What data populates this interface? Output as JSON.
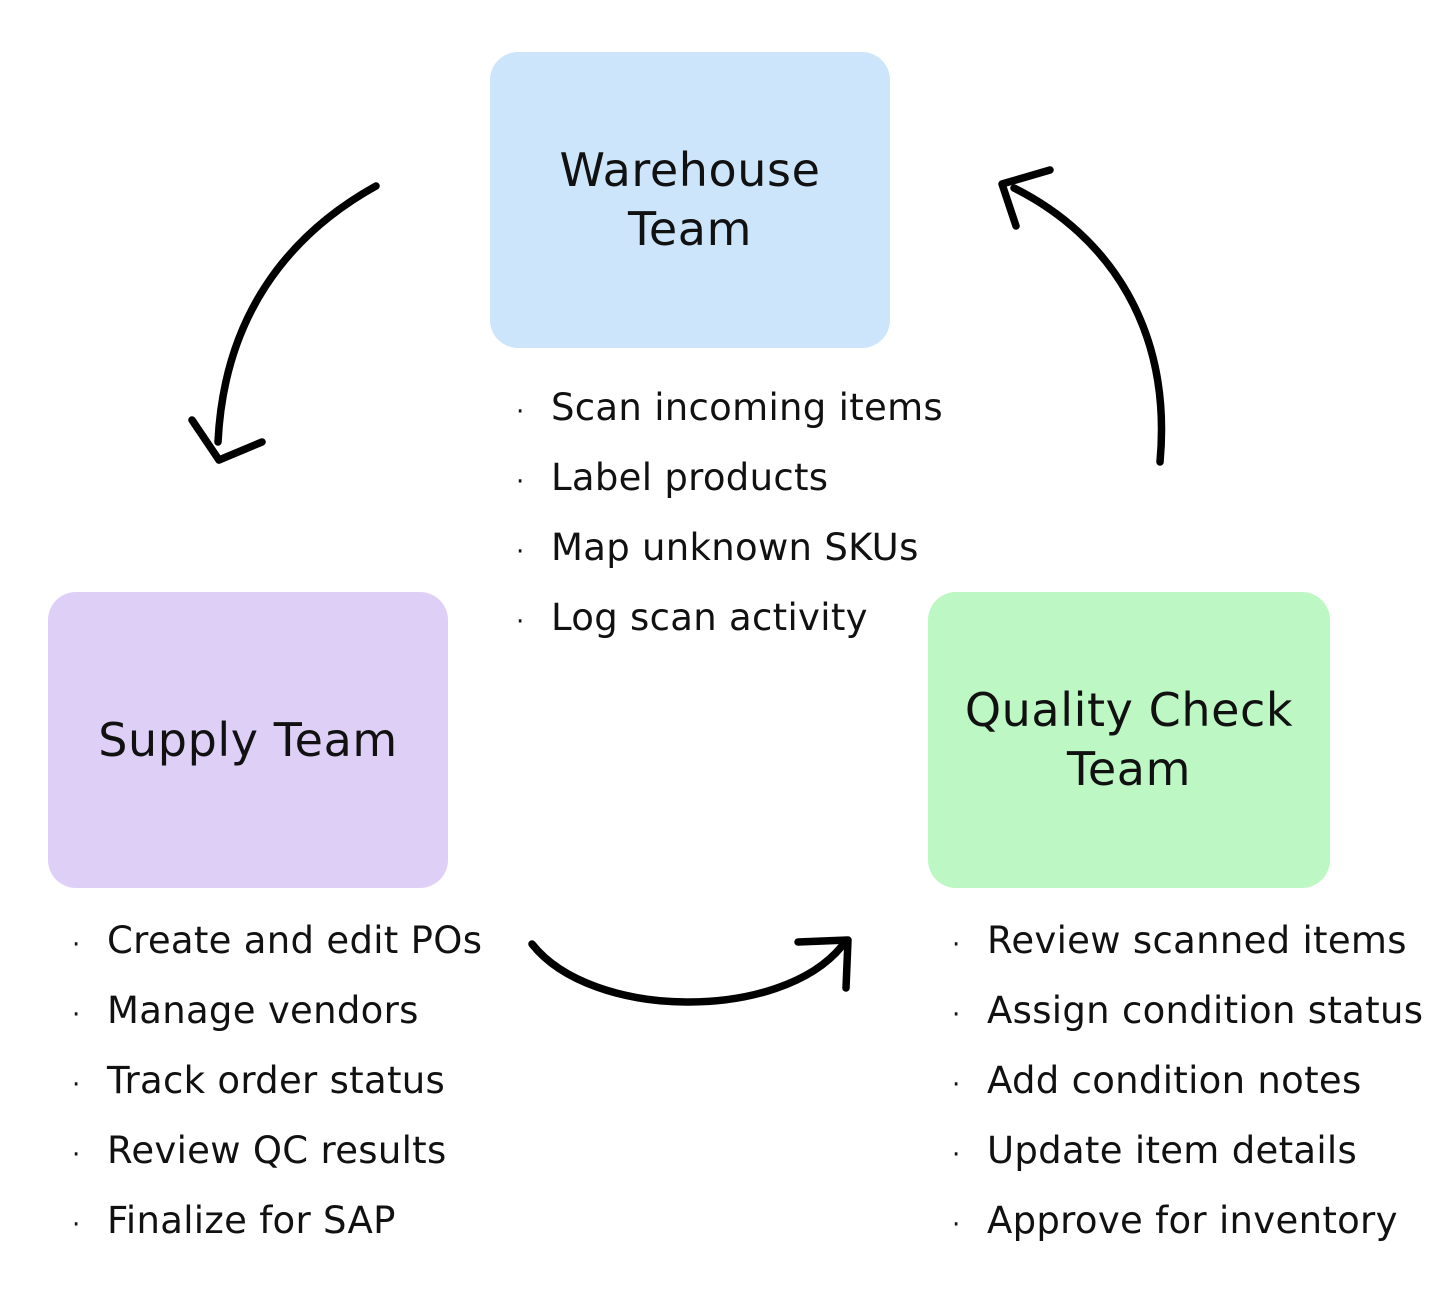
{
  "diagram": {
    "type": "cycle-flow",
    "background_color": "#ffffff",
    "arrow_color": "#000000"
  },
  "nodes": [
    {
      "id": "warehouse",
      "title": "Warehouse Team",
      "color": "#cce5fb",
      "bullets": [
        "Scan incoming items",
        "Label products",
        "Map unknown SKUs",
        "Log scan activity"
      ]
    },
    {
      "id": "supply",
      "title": "Supply Team",
      "color": "#decff7",
      "bullets": [
        "Create and edit POs",
        "Manage vendors",
        "Track order status",
        "Review QC results",
        "Finalize for SAP"
      ]
    },
    {
      "id": "quality",
      "title": "Quality Check\nTeam",
      "color": "#bdf7c4",
      "bullets": [
        "Review scanned items",
        "Assign condition status",
        "Add condition notes",
        "Update item details",
        "Approve for inventory"
      ]
    }
  ],
  "arrows": [
    {
      "id": "warehouse-to-supply",
      "from": "warehouse",
      "to": "supply",
      "direction": "down-left"
    },
    {
      "id": "supply-to-quality",
      "from": "supply",
      "to": "quality",
      "direction": "right"
    },
    {
      "id": "quality-to-warehouse",
      "from": "quality",
      "to": "warehouse",
      "direction": "up-left"
    }
  ],
  "bullet_glyph": "·"
}
